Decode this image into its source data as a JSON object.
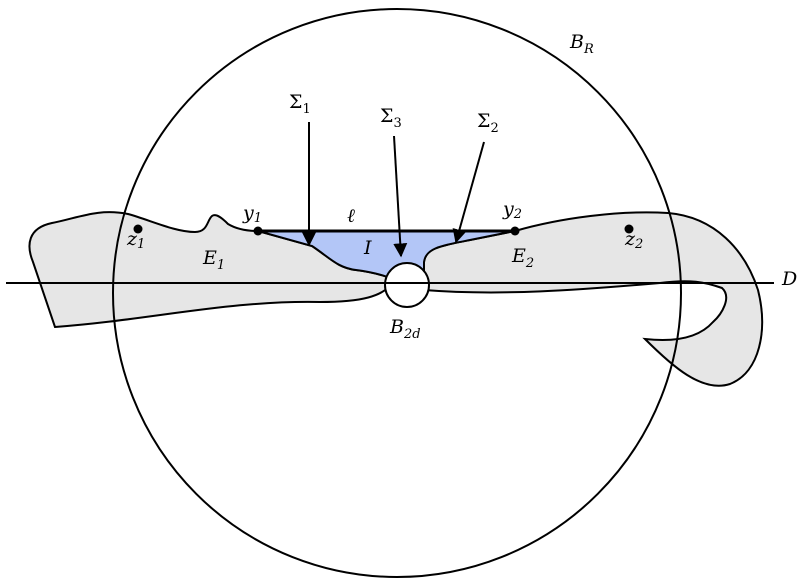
{
  "labels": {
    "ball_R": "B",
    "ball_R_sub": "R",
    "sigma1": "Σ",
    "sigma1_sub": "1",
    "sigma3": "Σ",
    "sigma3_sub": "3",
    "sigma2": "Σ",
    "sigma2_sub": "2",
    "y1": "y",
    "y1_sub": "1",
    "ell": "ℓ",
    "y2": "y",
    "y2_sub": "2",
    "z1": "z",
    "z1_sub": "1",
    "z2": "z",
    "z2_sub": "2",
    "E1": "E",
    "E1_sub": "1",
    "E2": "E",
    "E2_sub": "2",
    "I": "I",
    "D": "D",
    "ball_2d": "B",
    "ball_2d_sub": "2d"
  },
  "colors": {
    "set_fill": "#e6e6e6",
    "region_fill": "#b3c6f7",
    "stroke": "#000000"
  }
}
